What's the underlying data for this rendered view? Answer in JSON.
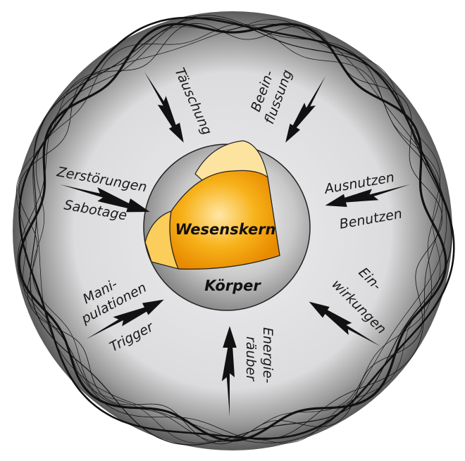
{
  "center": {
    "core": "Wesenskern",
    "body": "Körper"
  },
  "influences": {
    "taeuschung": [
      "Täuschung"
    ],
    "beeinflussung": [
      "Beein-",
      "flussung"
    ],
    "zerstoerungen": [
      "Zerstörungen",
      "Sabotage"
    ],
    "ausnutzen": [
      "Ausnutzen",
      "Benutzen"
    ],
    "manipulationen": [
      "Mani-",
      "pulationen",
      "Trigger"
    ],
    "einwirkungen": [
      "Ein-",
      "wirkungen"
    ],
    "energieraeuber": [
      "Energie-",
      "räuber"
    ]
  },
  "colors": {
    "core": "#f5a300",
    "core_light": "#ffe9a8",
    "shell": "#9a9a9a",
    "background_sphere": "#d9d9db",
    "lines": "#111111"
  }
}
